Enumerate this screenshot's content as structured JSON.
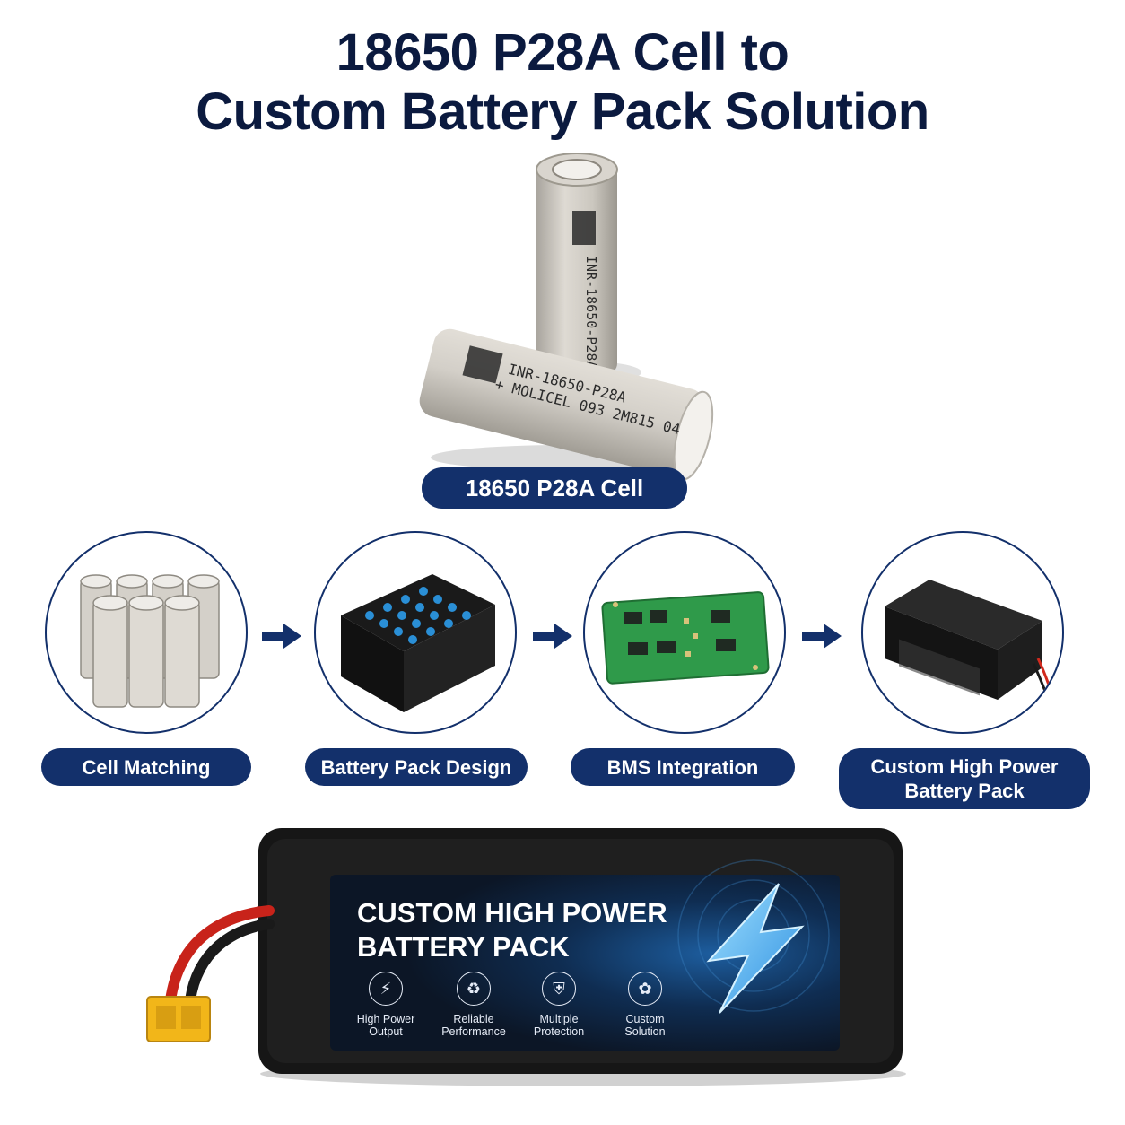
{
  "title": {
    "line1": "18650 P28A Cell to",
    "line2": "Custom Battery Pack Solution"
  },
  "hero": {
    "label": "18650 P28A Cell",
    "cell_print_line1": "INR-18650-P28A",
    "cell_print_line2": "+ MOLICEL 093 2M815 04"
  },
  "steps": [
    {
      "label": "Cell Matching",
      "icon": "cell-group-icon"
    },
    {
      "label": "Battery Pack Design",
      "icon": "battery-module-icon"
    },
    {
      "label": "BMS Integration",
      "icon": "circuit-board-icon"
    },
    {
      "label_line1": "Custom High Power",
      "label_line2": "Battery Pack",
      "icon": "battery-pack-icon"
    }
  ],
  "pack": {
    "heading_line1": "CUSTOM HIGH POWER",
    "heading_line2": "BATTERY PACK",
    "features": [
      {
        "line1": "High Power",
        "line2": "Output",
        "icon": "lightning-icon"
      },
      {
        "line1": "Reliable",
        "line2": "Performance",
        "icon": "recycle-shield-icon"
      },
      {
        "line1": "Multiple",
        "line2": "Protection",
        "icon": "shield-icon"
      },
      {
        "line1": "Custom",
        "line2": "Solution",
        "icon": "gear-flower-icon"
      }
    ]
  },
  "colors": {
    "navy": "#13306b",
    "title": "#0b1a3f",
    "cell_gray": "#cfcbc3",
    "pcb_green": "#2f9a4a",
    "connector_yellow": "#f2b619",
    "bolt_blue": "#49b7f2"
  }
}
